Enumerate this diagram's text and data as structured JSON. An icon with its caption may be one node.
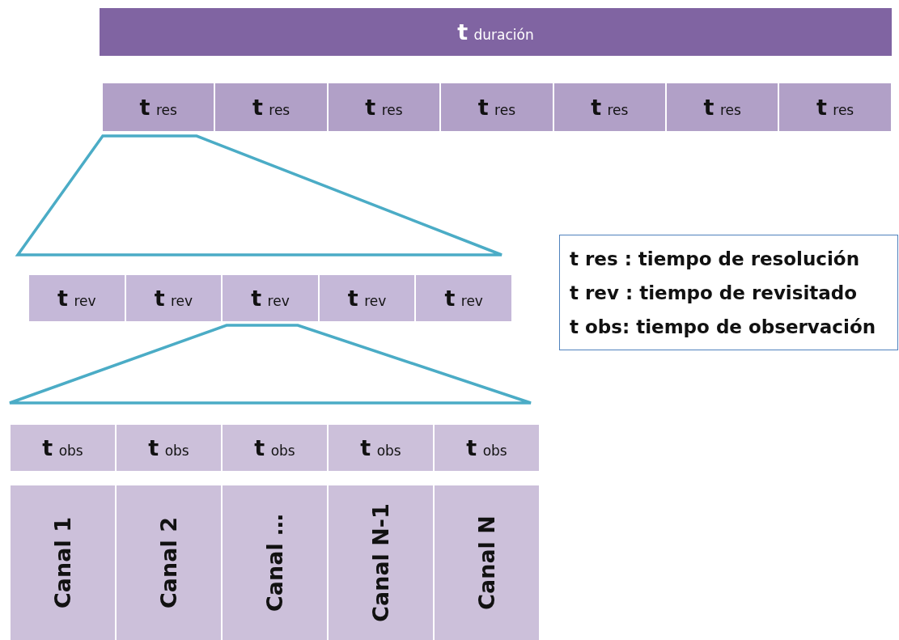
{
  "diagram": {
    "nodes": [
      {
        "text": [
          "t duración"
        ]
      },
      {
        "text": [
          "t res"
        ]
      },
      {
        "text": [
          "t res"
        ]
      },
      {
        "text": [
          "t res"
        ]
      },
      {
        "text": [
          "t res"
        ]
      },
      {
        "text": [
          "t res"
        ]
      },
      {
        "text": [
          "t res"
        ]
      },
      {
        "text": [
          "t res"
        ]
      },
      {
        "text": [
          "t rev"
        ]
      },
      {
        "text": [
          "t rev"
        ]
      },
      {
        "text": [
          "t rev"
        ]
      },
      {
        "text": [
          "t rev"
        ]
      },
      {
        "text": [
          "t rev"
        ]
      },
      {
        "text": [
          "t obs"
        ]
      },
      {
        "text": [
          "t obs"
        ]
      },
      {
        "text": [
          "t obs"
        ]
      },
      {
        "text": [
          "t obs"
        ]
      },
      {
        "text": [
          "t obs"
        ]
      },
      {
        "text": [
          "Canal 1"
        ]
      },
      {
        "text": [
          "Canal 2"
        ]
      },
      {
        "text": [
          "Canal …"
        ]
      },
      {
        "text": [
          "Canal N-1"
        ]
      },
      {
        "text": [
          "Canal N"
        ]
      },
      {
        "text": [
          "t res : tiempo de resolución",
          "t rev : tiempo de revisitado",
          "t obs: tiempo de observación"
        ]
      },
      {
        "text": [],
        "shape": "trapezoid"
      },
      {
        "text": [],
        "shape": "trapezoid"
      }
    ],
    "edges": []
  }
}
